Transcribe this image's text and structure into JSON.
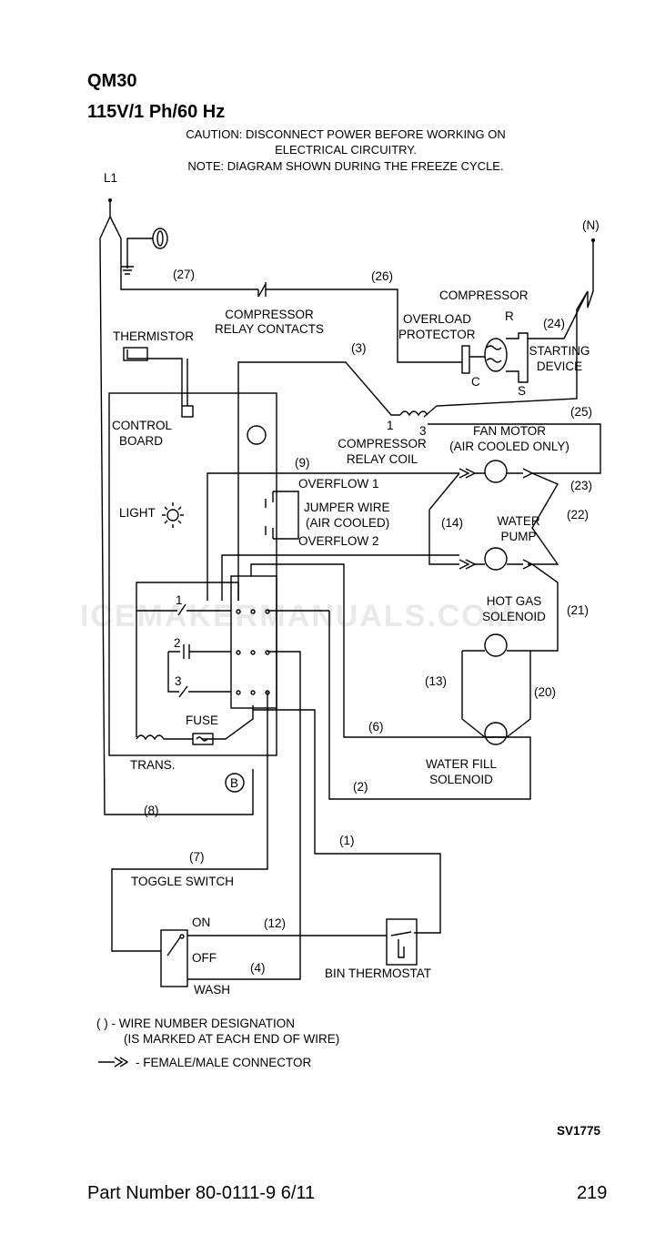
{
  "header": {
    "model": "QM30",
    "power": "115V/1 Ph/60 Hz",
    "caution_line1": "CAUTION: DISCONNECT POWER BEFORE WORKING ON",
    "caution_line2": "ELECTRICAL CIRCUITRY.",
    "note": "NOTE: DIAGRAM SHOWN DURING THE FREEZE CYCLE."
  },
  "watermark": "ICEMAKERMANUALS.COM",
  "labels": {
    "l1": "L1",
    "neutral": "(N)",
    "compressor": "COMPRESSOR",
    "compressor_relay_contacts_1": "COMPRESSOR",
    "compressor_relay_contacts_2": "RELAY CONTACTS",
    "overload_protector_1": "OVERLOAD",
    "overload_protector_2": "PROTECTOR",
    "terminal_r": "R",
    "terminal_c": "C",
    "terminal_s": "S",
    "starting_device_1": "STARTING",
    "starting_device_2": "DEVICE",
    "thermistor": "THERMISTOR",
    "control_board_1": "CONTROL",
    "control_board_2": "BOARD",
    "relay_coil_1": "COMPRESSOR",
    "relay_coil_2": "RELAY COIL",
    "coil_terminal_1": "1",
    "coil_terminal_3": "3",
    "fan_motor_1": "FAN MOTOR",
    "fan_motor_2": "(AIR COOLED ONLY)",
    "overflow_1": "OVERFLOW 1",
    "overflow_2": "OVERFLOW 2",
    "jumper_wire_1": "JUMPER WIRE",
    "jumper_wire_2": "(AIR COOLED)",
    "light": "LIGHT",
    "water_pump_1": "WATER",
    "water_pump_2": "PUMP",
    "hot_gas_1": "HOT GAS",
    "hot_gas_2": "SOLENOID",
    "water_fill_1": "WATER FILL",
    "water_fill_2": "SOLENOID",
    "relay_1": "1",
    "relay_2": "2",
    "relay_3": "3",
    "fuse": "FUSE",
    "trans": "TRANS.",
    "b": "B",
    "toggle_switch": "TOGGLE SWITCH",
    "on": "ON",
    "off": "OFF",
    "wash": "WASH",
    "bin_thermostat": "BIN THERMOSTAT"
  },
  "wire_numbers": {
    "w27": "(27)",
    "w26": "(26)",
    "w24": "(24)",
    "w3": "(3)",
    "w25": "(25)",
    "w9": "(9)",
    "w23": "(23)",
    "w14": "(14)",
    "w22": "(22)",
    "w21": "(21)",
    "w13": "(13)",
    "w20": "(20)",
    "w6": "(6)",
    "w2": "(2)",
    "w8": "(8)",
    "w1": "(1)",
    "w7": "(7)",
    "w12": "(12)",
    "w4": "(4)"
  },
  "legend": {
    "wire_number_1": "( ) - WIRE NUMBER DESIGNATION",
    "wire_number_2": "(IS MARKED AT EACH END OF WIRE)",
    "connector": "- FEMALE/MALE CONNECTOR"
  },
  "footer": {
    "code": "SV1775",
    "part_number": "Part Number 80-0111-9 6/11",
    "page": "219"
  }
}
